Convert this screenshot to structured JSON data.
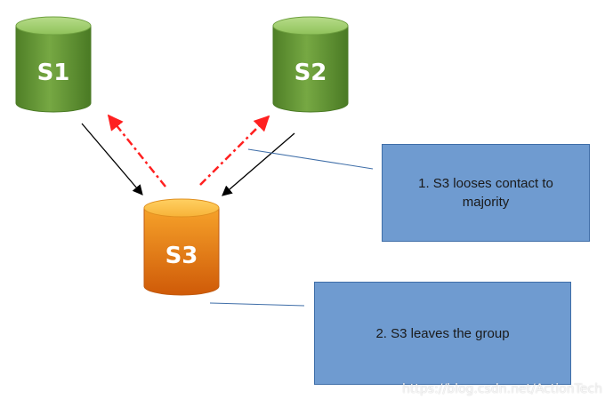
{
  "nodes": {
    "s1": {
      "label": "S1"
    },
    "s2": {
      "label": "S2"
    },
    "s3": {
      "label": "S3"
    }
  },
  "callouts": {
    "contact_lost": "1. S3 looses contact to majority",
    "leaves_group": "2. S3 leaves the group"
  },
  "watermark": "https://blog.csdn.net/ActionTech",
  "colors": {
    "healthy_node": "#6a9a3a",
    "isolated_node": "#e07a10",
    "message_arrow": "#000000",
    "lost_contact_arrow": "#ff2020",
    "callout_fill": "#6f9bd0"
  }
}
